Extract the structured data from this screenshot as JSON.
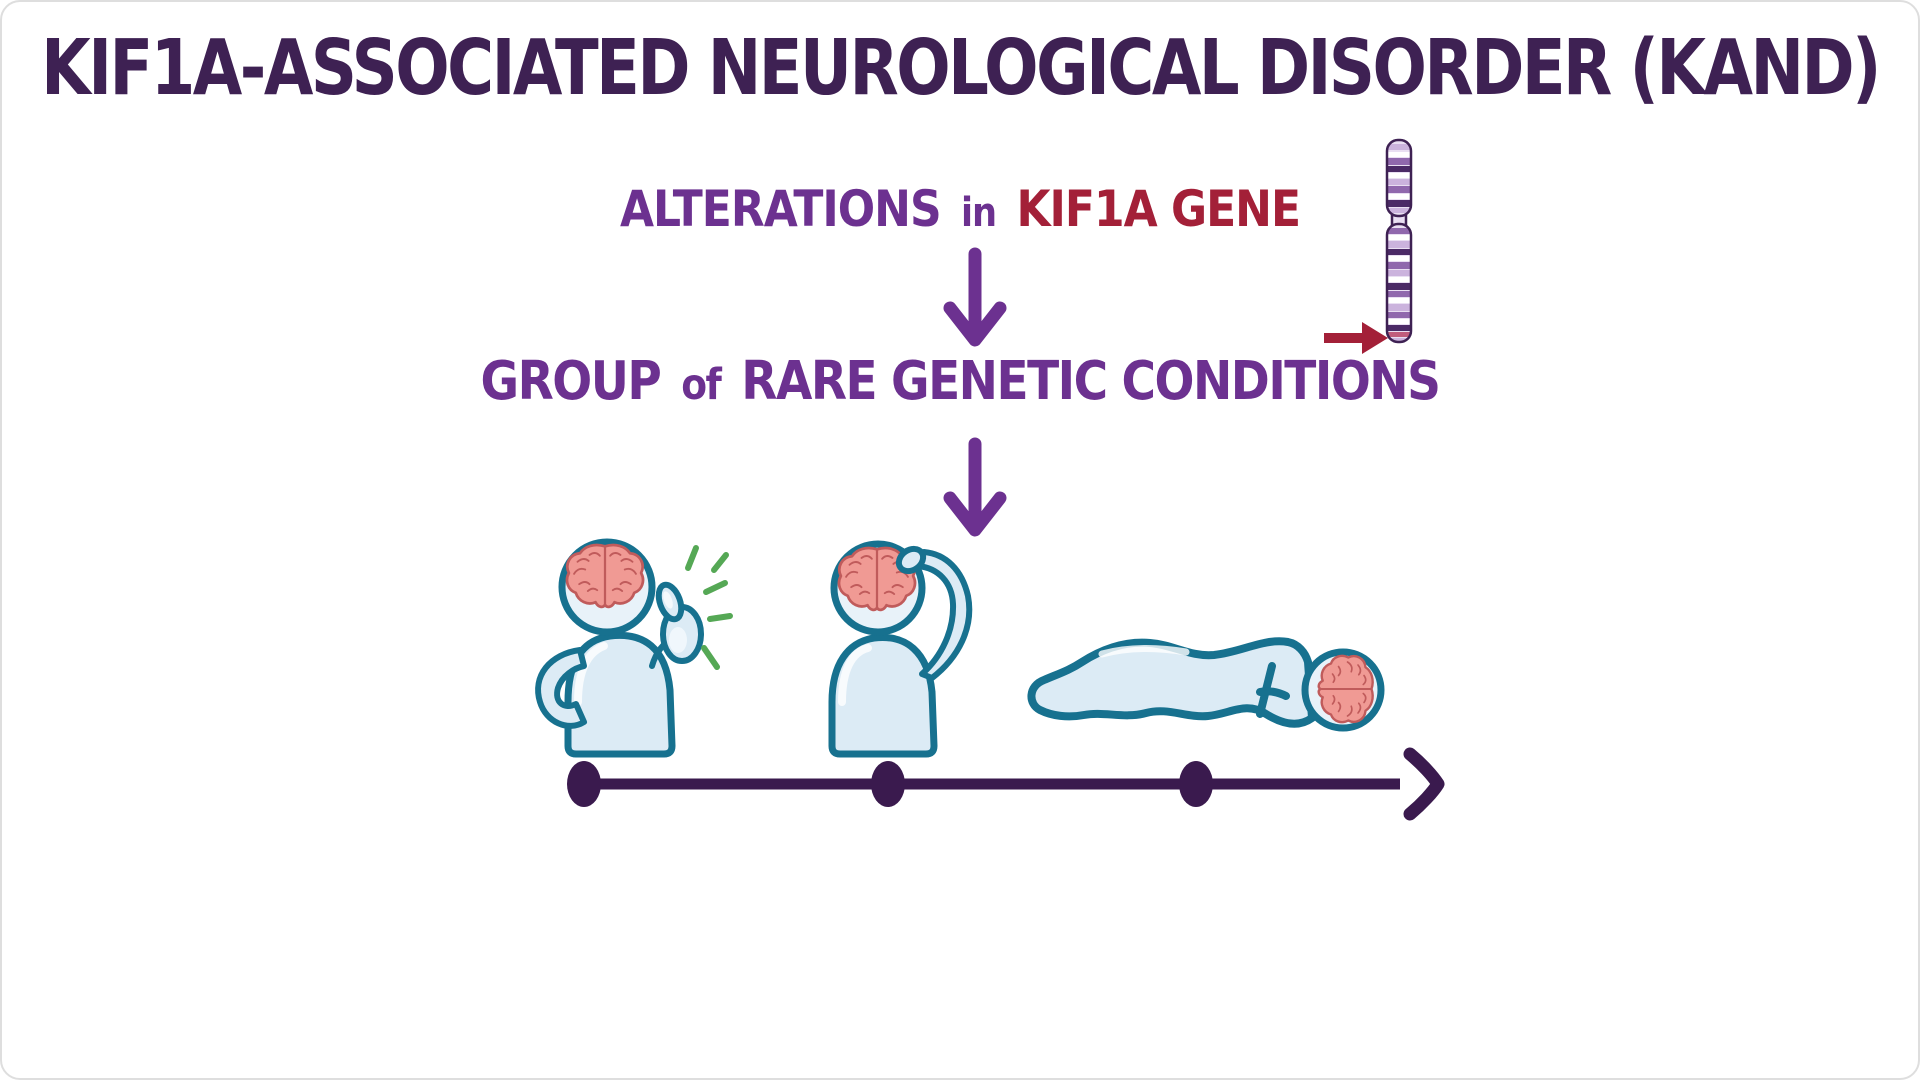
{
  "header": {
    "title": "KIF1A-ASSOCIATED NEUROLOGICAL DISORDER (KAND)"
  },
  "cause_line": {
    "alterations": "ALTERATIONS",
    "connector": "in",
    "gene": "KIF1A GENE"
  },
  "result_line": {
    "group": "GROUP",
    "connector": "of",
    "conditions": "RARE GENETIC CONDITIONS"
  },
  "icons": [
    {
      "name": "chromosome-icon"
    },
    {
      "name": "gene-locus-arrow-icon"
    },
    {
      "name": "down-arrow-icon"
    },
    {
      "name": "brain-icon"
    },
    {
      "name": "person-thumbs-up-icon"
    },
    {
      "name": "person-head-scratch-icon"
    },
    {
      "name": "person-lying-icon"
    },
    {
      "name": "green-emphasis-lines-icon"
    },
    {
      "name": "timeline-arrow-icon"
    },
    {
      "name": "timeline-dot-icon"
    }
  ],
  "colors": {
    "background": "#FFFFFF",
    "title_purple": "#3E2153",
    "accent_purple": "#6C3190",
    "accent_red": "#A32038",
    "timeline_purple": "#3A1A4E",
    "figure_fill": "#DCEBF5",
    "head_fill": "#E8F2F9",
    "figure_outline": "#17718F",
    "brain_fill": "#F09A94",
    "brain_outline": "#C05B5B",
    "green_accent": "#55A855",
    "chromosome_dark": "#4B2A66",
    "chromosome_mid": "#9068AD",
    "chromosome_light": "#CBB3DD",
    "chromosome_locus_band": "#C05C7C"
  }
}
